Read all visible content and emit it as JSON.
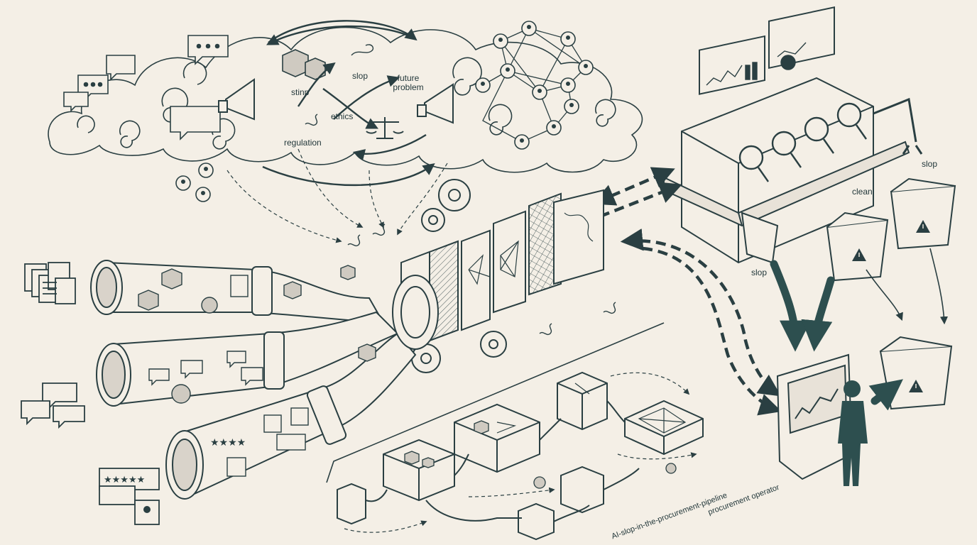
{
  "colors": {
    "paper": "#f4efe6",
    "ink": "#2a3f42",
    "accent": "#2d4f4f"
  },
  "cloud_labels": {
    "slop": "slop",
    "stinp": "stinp",
    "future_problem": "future\nproblem",
    "ethics": "ethics",
    "regulation": "regulation"
  },
  "sorter_labels": {
    "slop_top": "slop",
    "clean": "clean",
    "slop_left": "slop"
  },
  "pipeline_label": "AI-slop-in-the-procurement-pipeline",
  "operator_label": "procurement operator",
  "icons": [
    "speech-bubble-icon",
    "megaphone-icon",
    "scale-icon",
    "person-node-icon",
    "monitor-icon",
    "magnifier-icon",
    "warning-bin-icon",
    "document-stack-icon",
    "gear-icon",
    "star-review-icon"
  ]
}
